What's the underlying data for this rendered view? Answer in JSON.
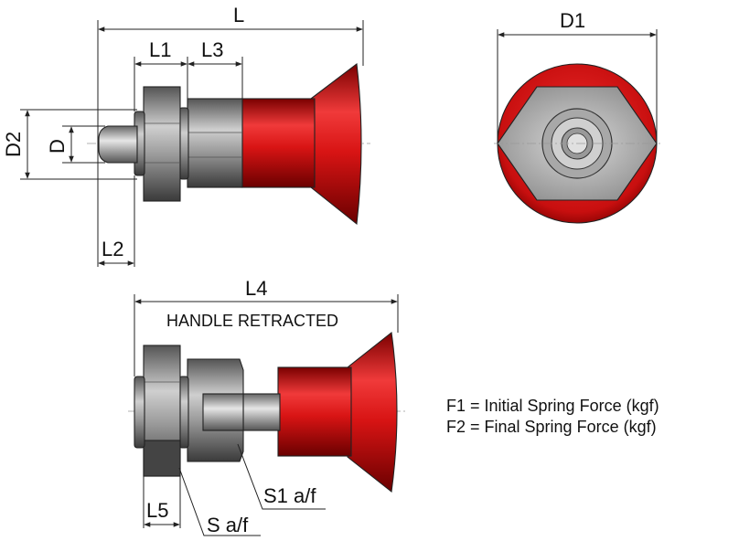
{
  "dimensions": {
    "L": "L",
    "L1": "L1",
    "L2": "L2",
    "L3": "L3",
    "L4": "L4",
    "L5": "L5",
    "D": "D",
    "D1": "D1",
    "D2": "D2"
  },
  "captions": {
    "handle_retracted": "HANDLE RETRACTED",
    "s1_af": "S1 a/f",
    "s_af": "S a/f"
  },
  "legend": {
    "f1": "F1 = Initial Spring Force (kgf)",
    "f2": "F2 = Final Spring Force (kgf)"
  },
  "colors": {
    "knob_red": "#d81414",
    "steel_grey": "#9a9a9a",
    "dark_steel": "#4a4a4a",
    "line": "#222222"
  }
}
